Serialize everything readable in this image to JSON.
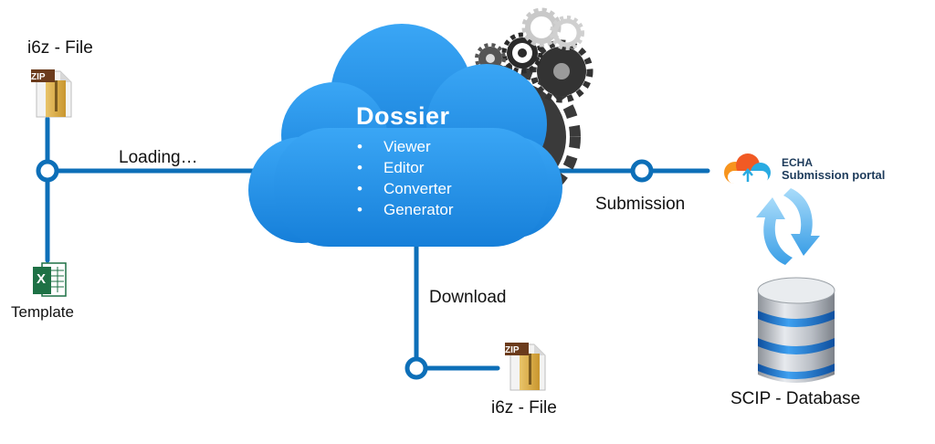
{
  "diagram": {
    "i6z_input_label": "i6z - File",
    "template_label": "Template",
    "loading_label": "Loading…",
    "cloud": {
      "title": "Dossier",
      "items": [
        "Viewer",
        "Editor",
        "Converter",
        "Generator"
      ]
    },
    "submission_label": "Submission",
    "echa_portal": {
      "title": "ECHA",
      "subtitle": "Submission portal"
    },
    "download_label": "Download",
    "i6z_output_label": "i6z - File",
    "database_label": "SCIP - Database",
    "zip_badge": "ZIP",
    "excel_letter": "X",
    "colors": {
      "line": "#0d6fb8",
      "cloud": "#1e90e8",
      "gear": "#3a3a3a",
      "zip_tag": "#6b3b1c",
      "excel": "#1e7145",
      "sync_arrow": "#5cb6ee",
      "db_band": "#2a7fd4"
    },
    "icons": [
      "zip-file-icon",
      "excel-icon",
      "gears-icon",
      "echa-logo-icon",
      "sync-arrows-icon",
      "database-icon"
    ]
  }
}
